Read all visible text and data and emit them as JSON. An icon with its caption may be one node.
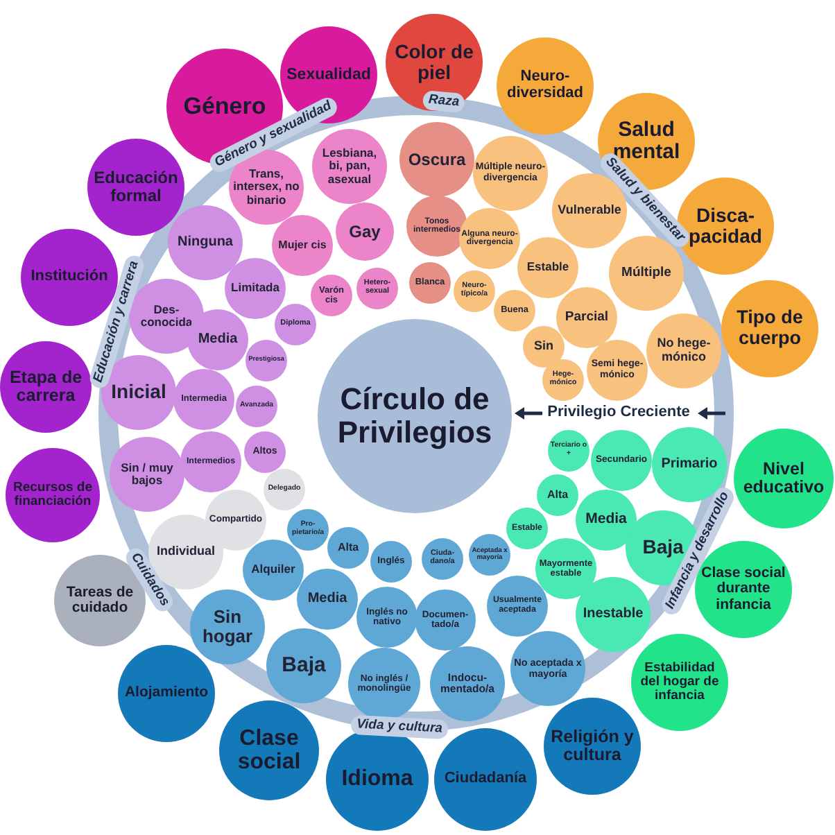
{
  "diagram": {
    "nodes": [
      {
        "text": [
          "Círculo de Privilegios"
        ]
      },
      {
        "text": [
          "Género"
        ]
      },
      {
        "text": [
          "Sexualidad"
        ]
      },
      {
        "text": [
          "Color de piel"
        ]
      },
      {
        "text": [
          "Neuro- diversidad"
        ]
      },
      {
        "text": [
          "Salud mental"
        ]
      },
      {
        "text": [
          "Disca- pacidad"
        ]
      },
      {
        "text": [
          "Tipo de cuerpo"
        ]
      },
      {
        "text": [
          "Nivel educativo"
        ]
      },
      {
        "text": [
          "Clase social durante infancia"
        ]
      },
      {
        "text": [
          "Estabilidad del hogar de infancia"
        ]
      },
      {
        "text": [
          "Religión y cultura"
        ]
      },
      {
        "text": [
          "Ciudadanía"
        ]
      },
      {
        "text": [
          "Idioma"
        ]
      },
      {
        "text": [
          "Clase social"
        ]
      },
      {
        "text": [
          "Alojamiento"
        ]
      },
      {
        "text": [
          "Tareas de cuidado"
        ]
      },
      {
        "text": [
          "Recursos de financiación"
        ]
      },
      {
        "text": [
          "Etapa de carrera"
        ]
      },
      {
        "text": [
          "Institución"
        ]
      },
      {
        "text": [
          "Educación formal"
        ]
      },
      {
        "text": [
          "Trans, intersex, no binario"
        ]
      },
      {
        "text": [
          "Lesbiana, bi, pan, asexual"
        ]
      },
      {
        "text": [
          "Mujer cis"
        ]
      },
      {
        "text": [
          "Gay"
        ]
      },
      {
        "text": [
          "Varón cis"
        ]
      },
      {
        "text": [
          "Hetero- sexual"
        ]
      },
      {
        "text": [
          "Oscura"
        ]
      },
      {
        "text": [
          "Tonos intermedios"
        ]
      },
      {
        "text": [
          "Blanca"
        ]
      },
      {
        "text": [
          "Múltiple neuro- divergencia"
        ]
      },
      {
        "text": [
          "Alguna neuro- divergencia"
        ]
      },
      {
        "text": [
          "Neuro- típico/a"
        ]
      },
      {
        "text": [
          "Vulnerable"
        ]
      },
      {
        "text": [
          "Estable"
        ]
      },
      {
        "text": [
          "Buena"
        ]
      },
      {
        "text": [
          "Múltiple"
        ]
      },
      {
        "text": [
          "Parcial"
        ]
      },
      {
        "text": [
          "Sin"
        ]
      },
      {
        "text": [
          "No hege- mónico"
        ]
      },
      {
        "text": [
          "Semi hege- mónico"
        ]
      },
      {
        "text": [
          "Hege- mónico"
        ]
      },
      {
        "text": [
          "Ninguna"
        ]
      },
      {
        "text": [
          "Limitada"
        ]
      },
      {
        "text": [
          "Diploma"
        ]
      },
      {
        "text": [
          "Des- conocida"
        ]
      },
      {
        "text": [
          "Media"
        ]
      },
      {
        "text": [
          "Prestigiosa"
        ]
      },
      {
        "text": [
          "Inicial"
        ]
      },
      {
        "text": [
          "Intermedia"
        ]
      },
      {
        "text": [
          "Avanzada"
        ]
      },
      {
        "text": [
          "Sin / muy bajos"
        ]
      },
      {
        "text": [
          "Intermedios"
        ]
      },
      {
        "text": [
          "Altos"
        ]
      },
      {
        "text": [
          "Delegado"
        ]
      },
      {
        "text": [
          "Compartido"
        ]
      },
      {
        "text": [
          "Individual"
        ]
      },
      {
        "text": [
          "Pro- pietario/a"
        ]
      },
      {
        "text": [
          "Alta"
        ]
      },
      {
        "text": [
          "Inglés"
        ]
      },
      {
        "text": [
          "Ciuda- dano/a"
        ]
      },
      {
        "text": [
          "Aceptada x mayoría"
        ]
      },
      {
        "text": [
          "Alquiler"
        ]
      },
      {
        "text": [
          "Media"
        ]
      },
      {
        "text": [
          "Inglés no nativo"
        ]
      },
      {
        "text": [
          "Documen- tado/a"
        ]
      },
      {
        "text": [
          "Usualmente aceptada"
        ]
      },
      {
        "text": [
          "Sin hogar"
        ]
      },
      {
        "text": [
          "Baja"
        ]
      },
      {
        "text": [
          "No inglés / monolingüe"
        ]
      },
      {
        "text": [
          "Indocu- mentado/a"
        ]
      },
      {
        "text": [
          "No aceptada x mayoría"
        ]
      },
      {
        "text": [
          "Terciario o +"
        ]
      },
      {
        "text": [
          "Secundario"
        ]
      },
      {
        "text": [
          "Primario"
        ]
      },
      {
        "text": [
          "Alta"
        ]
      },
      {
        "text": [
          "Media"
        ]
      },
      {
        "text": [
          "Baja"
        ]
      },
      {
        "text": [
          "Estable"
        ]
      },
      {
        "text": [
          "Mayormente estable"
        ]
      },
      {
        "text": [
          "Inestable"
        ]
      }
    ],
    "labels": [
      "Raza",
      "Género y sexualidad",
      "Salud y bienestar",
      "Educación y carrera",
      "Privilegio Creciente",
      "Infancia y desarrollo",
      "Cuidados",
      "Vida y cultura"
    ]
  }
}
